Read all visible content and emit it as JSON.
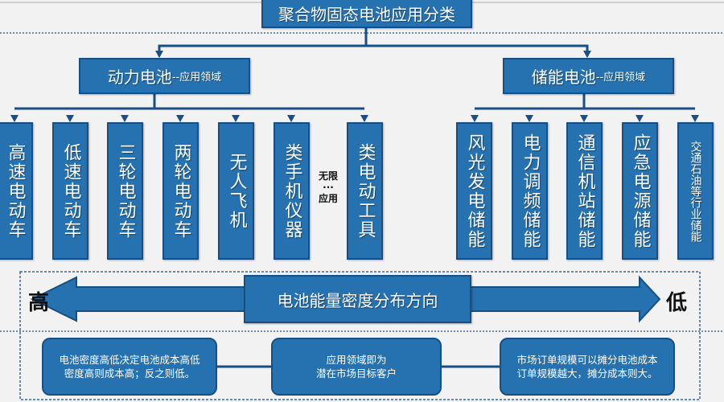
{
  "title": "聚合物固态电池应用分类",
  "power": {
    "label": "动力电池",
    "suffix": "--应用领域",
    "items": [
      "高速电动车",
      "低速电动车",
      "三轮电动车",
      "两轮电动车",
      "无人飞机",
      "类手机仪器",
      "类电动工具"
    ],
    "more_top": "无限",
    "more_dots": "···",
    "more_bottom": "应用"
  },
  "storage": {
    "label": "储能电池",
    "suffix": "--应用领域",
    "items": [
      "风光发电储能",
      "电力调频储能",
      "通信机站储能",
      "应急电源储能",
      "交通石油等行业储能"
    ]
  },
  "density": {
    "label": "电池能量密度分布方向",
    "high": "高",
    "low": "低"
  },
  "notes": [
    {
      "line1": "电池密度高低决定电池成本高低",
      "line2": "密度高则成本高；反之则低。"
    },
    {
      "line1": "应用领域即为",
      "line2": "潜在市场目标客户"
    },
    {
      "line1": "市场订单规模可以摊分电池成本",
      "line2": "订单规模越大，摊分成本则大。"
    }
  ],
  "colors": {
    "box": "#2672b0",
    "border": "#174f82",
    "line": "#1b4d86",
    "background": "#f2f2f2"
  }
}
